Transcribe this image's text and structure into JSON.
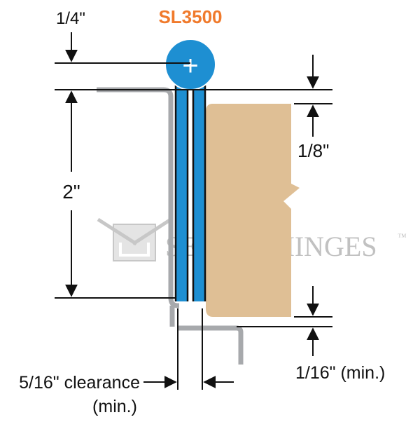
{
  "diagram": {
    "title": "SL3500",
    "labels": {
      "top_offset": "1/4\"",
      "height": "2\"",
      "door_top_gap": "1/8\"",
      "bottom_gap": "1/16\" (min.)",
      "clearance_line1": "5/16\" clearance",
      "clearance_line2": "(min.)"
    },
    "pivot_symbol": "+",
    "watermark": {
      "text": "SELECT HINGES",
      "trademark": "™"
    },
    "colors": {
      "title": "#f07a2c",
      "hinge_blue": "#1e8fd2",
      "door_tan": "#dfbf95",
      "frame_gray": "#a7a9ac",
      "ink": "#111111"
    }
  }
}
